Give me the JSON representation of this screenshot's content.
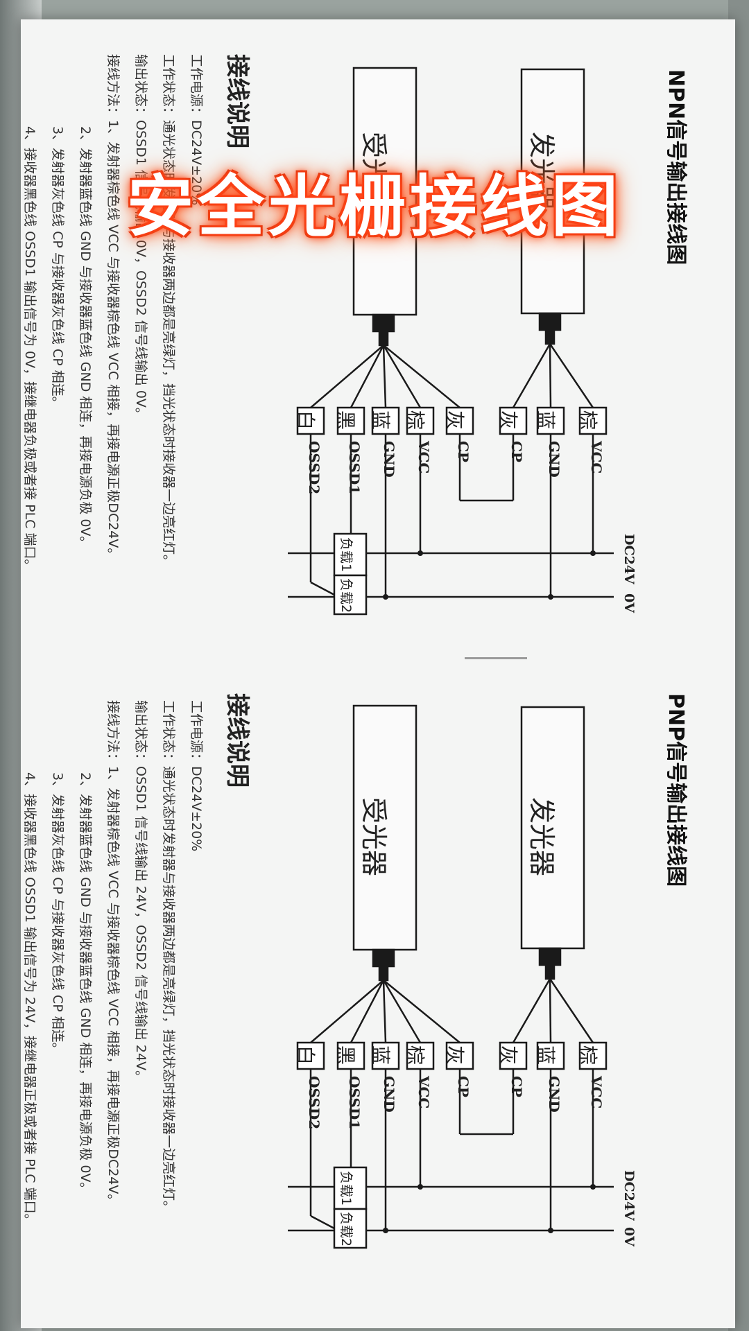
{
  "overlay_title": "安全光栅接线图",
  "npn": {
    "title": "NPN信号输出接线图",
    "emitter_label": "发光器",
    "receiver_label": "受光器",
    "emitter_wires": [
      "棕",
      "蓝",
      "灰"
    ],
    "emitter_signals": [
      "VCC",
      "GND",
      "CP"
    ],
    "receiver_wires": [
      "灰",
      "棕",
      "蓝",
      "黑",
      "白"
    ],
    "receiver_signals": [
      "CP",
      "VCC",
      "GND",
      "OSSD1",
      "OSSD2"
    ],
    "power_pos": "DC24V",
    "power_neg": "0V",
    "load1": "负载1",
    "load2": "负载2",
    "notes_heading": "接线说明",
    "line_power": "工作电源：DC24V±20%",
    "line_state": "工作状态：通光状态时发射器与接收器两边都是亮绿灯，挡光状态时接收器一边亮红灯。",
    "line_output": "输出状态：OSSD1 信号线输出 0V，OSSD2 信号线输出 0V。",
    "line_method": "接线方法：1、发射器棕色线 VCC 与接收器棕色线 VCC 相接，再接电源正极DC24V。",
    "line_2": "2、发射器蓝色线 GND 与接收器蓝色线 GND 相连，再接电源负极 0V。",
    "line_3": "3、发射器灰色线 CP 与接收器灰色线 CP 相连。",
    "line_4": "4、接收器黑色线 OSSD1 输出信号为 0V，接继电器负极或者接 PLC 端口。"
  },
  "pnp": {
    "title": "PNP信号输出接线图",
    "emitter_label": "发光器",
    "receiver_label": "受光器",
    "emitter_wires": [
      "棕",
      "蓝",
      "灰"
    ],
    "emitter_signals": [
      "VCC",
      "GND",
      "CP"
    ],
    "receiver_wires": [
      "灰",
      "棕",
      "蓝",
      "黑",
      "白"
    ],
    "receiver_signals": [
      "CP",
      "VCC",
      "GND",
      "OSSD1",
      "OSSD2"
    ],
    "power_pos": "DC24V",
    "power_neg": "0V",
    "load1": "负载1",
    "load2": "负载2",
    "notes_heading": "接线说明",
    "line_power": "工作电源：DC24V±20%",
    "line_state": "工作状态：通光状态时发射器与接收器两边都是亮绿灯，挡光状态时接收器一边亮红灯。",
    "line_output": "输出状态：OSSD1 信号线输出 24V，OSSD2 信号线输出 24V。",
    "line_method": "接线方法：1、发射器棕色线 VCC 与接收器棕色线 VCC 相接，再接电源正极DC24V。",
    "line_2": "2、发射器蓝色线 GND 与接收器蓝色线 GND 相连，再接电源负极 0V。",
    "line_3": "3、发射器灰色线 CP 与接收器灰色线 CP 相连。",
    "line_4": "4、接收器黑色线 OSSD1 输出信号为 24V，接继电器正极或者接 PLC 端口。"
  },
  "colors": {
    "overlay_glow": "#ff3b14",
    "paper": "#f4f5f4"
  }
}
